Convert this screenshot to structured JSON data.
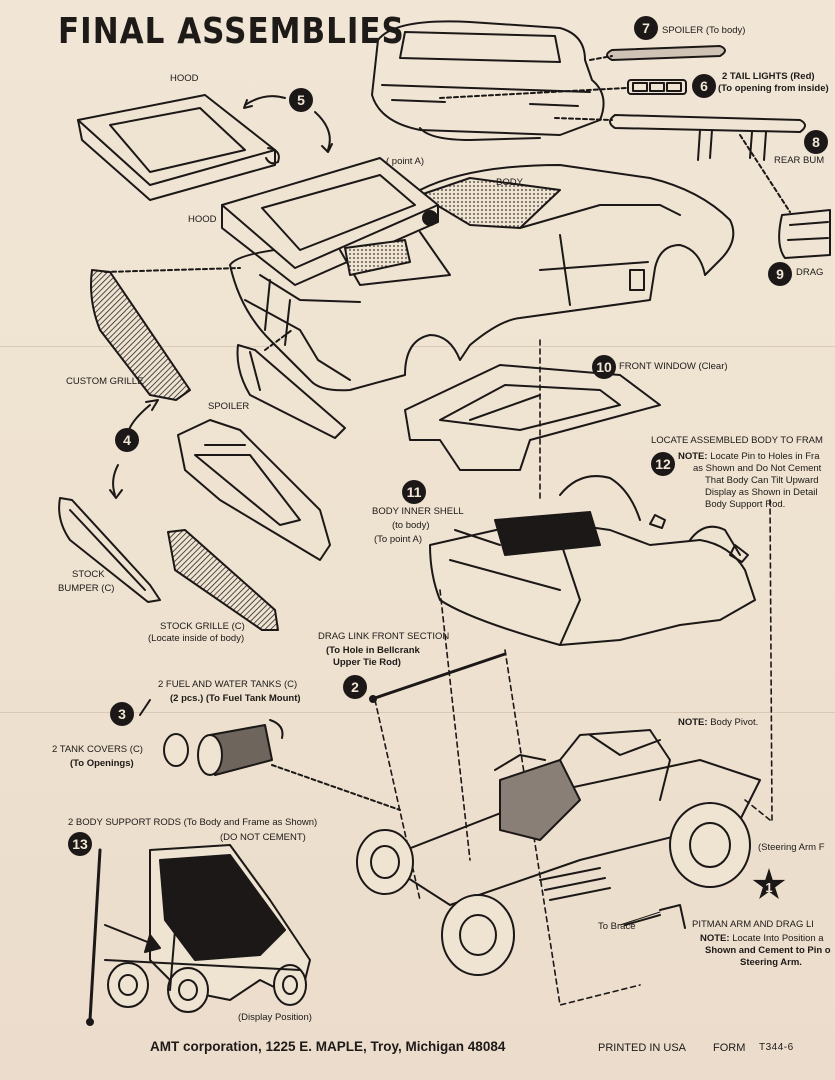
{
  "title": "FINAL ASSEMBLIES",
  "steps": {
    "s1": "1",
    "s2": "2",
    "s3": "3",
    "s4": "4",
    "s5": "5",
    "s6": "6",
    "s7": "7",
    "s8": "8",
    "s9": "9",
    "s10": "10",
    "s11": "11",
    "s12": "12",
    "s13": "13"
  },
  "labels": {
    "hood_top": "HOOD",
    "hood_main": "HOOD",
    "point_a": "( point A)",
    "body": "BODY",
    "spoiler_rear": "SPOILER (To body)",
    "tail_lights_1": "2  TAIL LIGHTS  (Red)",
    "tail_lights_2": "(To opening from inside)",
    "rear_bumper": "REAR BUM",
    "drag": "DRAG",
    "custom_grille": "CUSTOM  GRILLE",
    "spoiler_front": "SPOILER",
    "front_window": "FRONT WINDOW (Clear)",
    "locate_body": "LOCATE ASSEMBLED BODY TO FRAM",
    "note12_1": "Locate Pin to Holes in Fra",
    "note12_2": "as Shown and Do Not Cement",
    "note12_3": "That Body Can Tilt Upward",
    "note12_4": "Display as Shown in Detail",
    "note12_5": "Body Support Rod.",
    "note_word": "NOTE:",
    "inner_shell_1": "BODY INNER SHELL",
    "inner_shell_2": "(to body)",
    "inner_shell_3": "(To point A)",
    "stock_bumper_1": "STOCK",
    "stock_bumper_2": "BUMPER (C)",
    "stock_grille_1": "STOCK GRILLE (C)",
    "stock_grille_2": "(Locate inside of body)",
    "drag_link_1": "DRAG LINK FRONT SECTION",
    "drag_link_2": "(To Hole in Bellcrank",
    "drag_link_3": "Upper Tie Rod)",
    "fuel_tanks_1": "2  FUEL AND WATER TANKS (C)",
    "fuel_tanks_2": "(2 pcs.)  (To Fuel Tank Mount)",
    "tank_covers_1": "2  TANK COVERS (C)",
    "tank_covers_2": "(To Openings)",
    "body_pivot": "Body Pivot.",
    "support_rods_1": "2  BODY SUPPORT RODS (To Body and Frame as Shown)",
    "support_rods_2": "(DO NOT CEMENT)",
    "steering_arm": "(Steering Arm F",
    "to_brace": "To Brace",
    "pitman_1": "PITMAN ARM AND DRAG LI",
    "pitman_2": "Locate Into Position a",
    "pitman_3": "Shown and Cement to Pin o",
    "pitman_4": "Steering Arm.",
    "display_position": "(Display Position)"
  },
  "footer": {
    "company": "AMT corporation, 1225 E. MAPLE, Troy, Michigan 48084",
    "printed": "PRINTED IN USA",
    "form_label": "FORM",
    "form_no": "T344-6"
  },
  "colors": {
    "ink": "#1b1817",
    "paper": "#efe3d2",
    "tone": "#8a7f76"
  }
}
